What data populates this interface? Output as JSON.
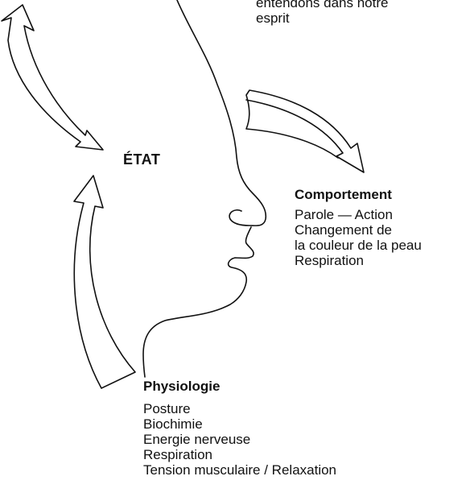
{
  "top_text": {
    "lines": [
      "entendons dans notre",
      "esprit"
    ]
  },
  "center_label": "ÉTAT",
  "comportement": {
    "title": "Comportement",
    "items": [
      "Parole — Action",
      "Changement de",
      "la couleur de la peau",
      "Respiration"
    ]
  },
  "physiologie": {
    "title": "Physiologie",
    "items": [
      "Posture",
      "Biochimie",
      "Energie nerveuse",
      "Respiration",
      "Tension musculaire / Relaxation"
    ]
  }
}
